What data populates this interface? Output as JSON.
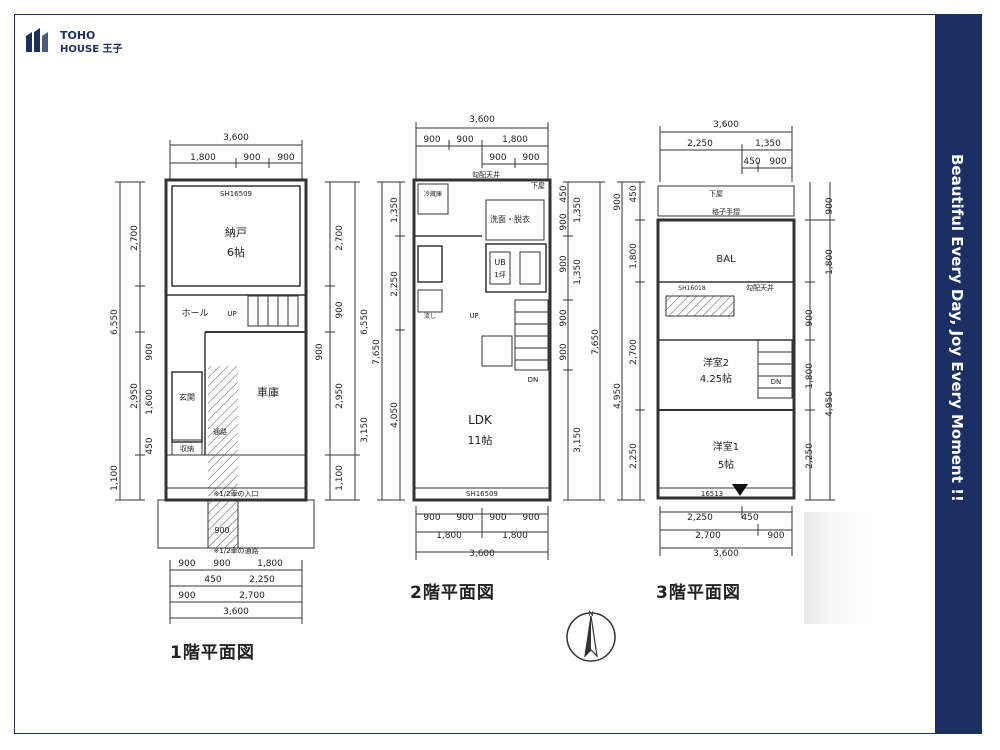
{
  "brand": {
    "line1": "TOHO",
    "line2": "HOUSE 王子"
  },
  "slogan": "Beautiful  Every Day, Joy Every Moment !!",
  "colors": {
    "navy": "#1c2f63",
    "line": "#333333"
  },
  "floors": {
    "f1": {
      "title": "1階平面図",
      "rooms": {
        "storage": "納戸",
        "storage_size": "6帖",
        "hall": "ホール",
        "up": "UP",
        "garage": "車庫",
        "entrance": "玄関",
        "passage": "通路",
        "shoes": "収納",
        "beam": "SH16509"
      },
      "top_total": "3,600",
      "top_parts": [
        "1,800",
        "900",
        "900"
      ],
      "left_dims": [
        "6,550",
        "2,700",
        "900",
        "2,950",
        "1,600",
        "450",
        "1,100"
      ],
      "right_dims": [
        "2,700",
        "900",
        "6,550",
        "900",
        "2,950",
        "3,150",
        "1,100"
      ],
      "bottom_row1": [
        "900",
        "900",
        "1,800"
      ],
      "bottom_row2": [
        "450",
        "2,250"
      ],
      "bottom_row3": [
        "900",
        "2,700"
      ],
      "bottom_total": "3,600",
      "road_note1": "※1/2車の入口",
      "road_note2": "※1/2車の通路",
      "gate_dim": "900"
    },
    "f2": {
      "title": "2階平面図",
      "rooms": {
        "ldk": "LDK",
        "ldk_size": "11帖",
        "wash": "洗面・脱衣",
        "ub": "UB",
        "ub_size": "1坪",
        "kitchen": "冷蔵庫",
        "sink": "流し",
        "roof": "勾配天井",
        "up": "UP",
        "dn": "DN",
        "shita": "下屋",
        "beam": "SH16509"
      },
      "top_total": "3,600",
      "top_parts": [
        "900",
        "900",
        "1,800"
      ],
      "top_parts2": [
        "900",
        "900"
      ],
      "left_dims": [
        "1,350",
        "2,250",
        "7,650",
        "4,050"
      ],
      "right_dims": [
        "450",
        "900",
        "1,350",
        "900",
        "900",
        "900",
        "3,150",
        "1,350",
        "7,650"
      ],
      "bottom_row1": [
        "900",
        "900",
        "900",
        "900"
      ],
      "bottom_row2": [
        "1,800",
        "1,800"
      ],
      "bottom_total": "3,600"
    },
    "f3": {
      "title": "3階平面図",
      "rooms": {
        "shita": "下屋",
        "rail": "格子手摺",
        "bal": "BAL",
        "roof": "勾配天井",
        "room2": "洋室2",
        "room2_size": "4.25帖",
        "room1": "洋室1",
        "room1_size": "5帖",
        "dn": "DN",
        "beam2": "SH16018",
        "beam1": "16513"
      },
      "top_total": "3,600",
      "top_parts": [
        "2,250",
        "1,350"
      ],
      "top_parts2": [
        "450",
        "900"
      ],
      "left_dims": [
        "450",
        "900",
        "1,800",
        "4,950",
        "2,700",
        "2,250"
      ],
      "right_dims": [
        "900",
        "1,800",
        "900",
        "1,800",
        "4,950",
        "2,250"
      ],
      "bottom_row1": [
        "2,250",
        "450"
      ],
      "bottom_row2": [
        "2,700",
        "900"
      ],
      "bottom_total": "3,600"
    }
  },
  "compass_label": "N"
}
